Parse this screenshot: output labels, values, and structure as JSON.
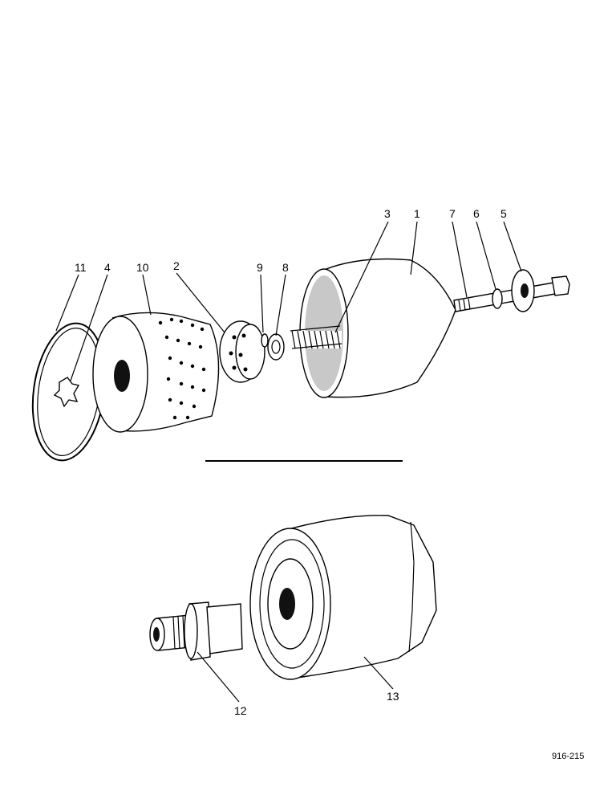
{
  "callouts": {
    "c1": "1",
    "c2": "2",
    "c3": "3",
    "c4": "4",
    "c5": "5",
    "c6": "6",
    "c7": "7",
    "c8": "8",
    "c9": "9",
    "c10": "10",
    "c11": "11",
    "c12": "12",
    "c13": "13"
  },
  "figure_ref": "916-215"
}
